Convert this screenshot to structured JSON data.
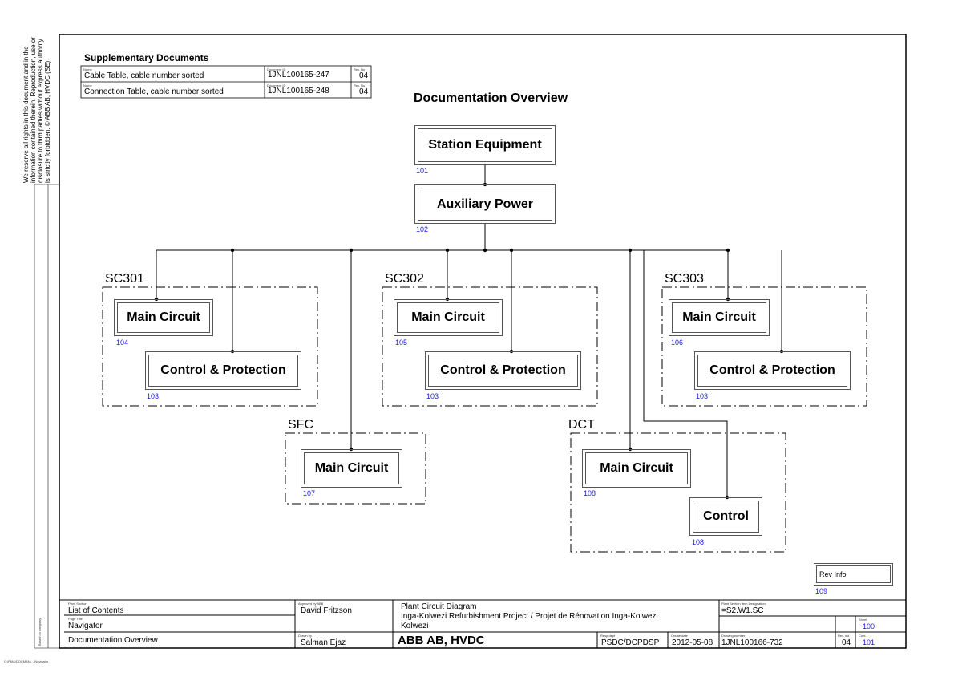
{
  "margin_notice": [
    "We reserve all rights in this document and in the",
    "information contained therein. Reproduction, use or",
    "disclosure to third parties without express authority",
    "is strictly forbidden. © ABB AB, HVDC (SE)"
  ],
  "margin_small_label": "Based on company",
  "footer_path": "C:\\PMA\\DOCMAN\\...\\Navigator",
  "supplementary": {
    "title": "Supplementary Documents",
    "hdr_name": "Name",
    "hdr_docid": "Document ID",
    "hdr_rev": "Rev. No",
    "rows": [
      {
        "name": "Cable Table, cable number sorted",
        "docid": "1JNL100165-247",
        "rev": "04"
      },
      {
        "name": "Connection Table, cable number sorted",
        "docid": "1JNL100165-248",
        "rev": "04"
      }
    ]
  },
  "diagram": {
    "title": "Documentation Overview",
    "station_equipment": {
      "label": "Station Equipment",
      "ref": "101"
    },
    "auxiliary_power": {
      "label": "Auxiliary Power",
      "ref": "102"
    },
    "groups": {
      "sc301": "SC301",
      "sc302": "SC302",
      "sc303": "SC303",
      "sfc": "SFC",
      "dct": "DCT"
    },
    "sc301_main": {
      "label": "Main Circuit",
      "ref": "104"
    },
    "sc301_cp": {
      "label": "Control & Protection",
      "ref": "103"
    },
    "sc302_main": {
      "label": "Main Circuit",
      "ref": "105"
    },
    "sc302_cp": {
      "label": "Control & Protection",
      "ref": "103"
    },
    "sc303_main": {
      "label": "Main Circuit",
      "ref": "106"
    },
    "sc303_cp": {
      "label": "Control & Protection",
      "ref": "103"
    },
    "sfc_main": {
      "label": "Main Circuit",
      "ref": "107"
    },
    "dct_main": {
      "label": "Main Circuit",
      "ref": "108"
    },
    "dct_control": {
      "label": "Control",
      "ref": "108"
    },
    "rev_info": {
      "label": "Rev Info",
      "ref": "109"
    }
  },
  "title_block": {
    "plant_section_label": "Plant Section",
    "plant_section": "List of Contents",
    "page_title_label": "Page Title",
    "page_title": "Navigator",
    "doc_overview": "Documentation Overview",
    "approved_label": "Approved by ABB",
    "approved_by": "David Fritzson",
    "drawn_label": "Drawn by",
    "drawn_by": "Salman Ejaz",
    "desc_line1": "Plant Circuit Diagram",
    "desc_line2": "Inga-Kolwezi Refurbishment Project / Projet de Rénovation Inga-Kolwezi",
    "desc_line3": "Kolwezi",
    "company": "ABB AB, HVDC",
    "resp_label": "Resp dept",
    "resp_dept": "PSDC/DCPDSP",
    "date_label": "Create date",
    "date": "2012-05-08",
    "designation_label": "Plant Section Item Designation",
    "designation": "=S2.W1.SC",
    "drawing_label": "Drawing number",
    "drawing_number": "1JNL100166-732",
    "sheet_label": "Sheet",
    "sheet": "100",
    "rev_label": "Rev. ind",
    "rev": "04",
    "cont_label": "Cont.",
    "cont": "101"
  }
}
